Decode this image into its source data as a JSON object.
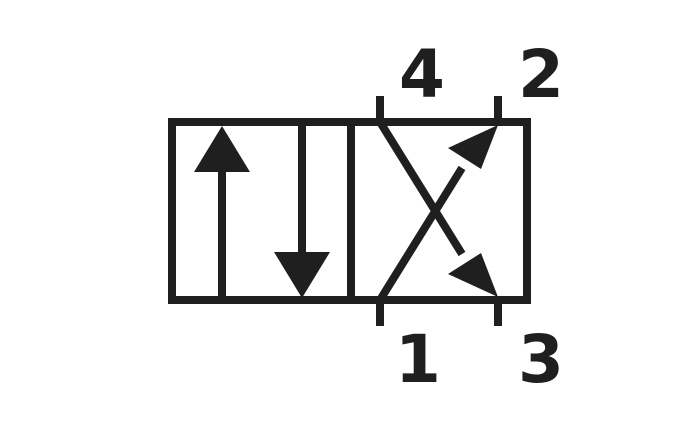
{
  "ports": {
    "top_left": "4",
    "top_right": "2",
    "bottom_left": "1",
    "bottom_right": "3"
  },
  "colors": {
    "stroke": "#1f1f1f",
    "background": "#ffffff"
  }
}
